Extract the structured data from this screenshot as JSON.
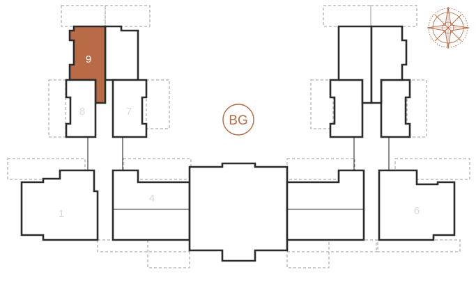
{
  "building_label": "BG",
  "selected_unit": "9",
  "colors": {
    "accent": "#b86b46",
    "wall": "#2a2a2a",
    "dash": "#9a9a9a"
  },
  "compass": {
    "icon": "compass-rose-icon"
  },
  "units": [
    {
      "id": "9",
      "label": "9",
      "selected": true
    },
    {
      "id": "u-west-narrow-top",
      "label": "",
      "selected": false
    },
    {
      "id": "u-west-small-left",
      "label": "8",
      "selected": false
    },
    {
      "id": "u-west-small-right",
      "label": "7",
      "selected": false
    },
    {
      "id": "u-west-wing",
      "label": "1",
      "selected": false
    },
    {
      "id": "u-west-mid",
      "label": "4",
      "selected": false
    },
    {
      "id": "u-center",
      "label": "",
      "selected": false
    },
    {
      "id": "u-east-mid",
      "label": "",
      "selected": false
    },
    {
      "id": "u-east-wing",
      "label": "6",
      "selected": false
    },
    {
      "id": "u-east-small-left",
      "label": "",
      "selected": false
    },
    {
      "id": "u-east-small-right",
      "label": "",
      "selected": false
    },
    {
      "id": "u-east-top-left",
      "label": "",
      "selected": false
    },
    {
      "id": "u-east-top-right",
      "label": "",
      "selected": false
    }
  ]
}
